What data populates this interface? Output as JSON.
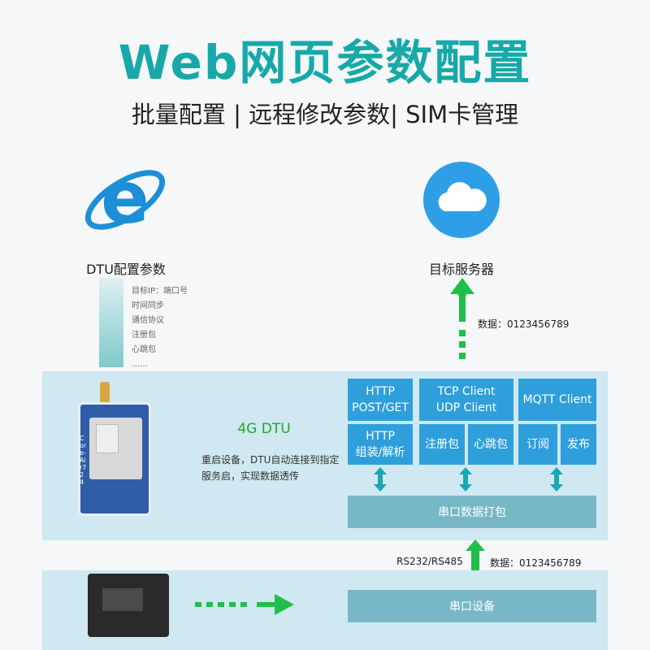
{
  "header": {
    "title": "Web网页参数配置",
    "subtitle": "批量配置 | 远程修改参数| SIM卡管理"
  },
  "browser": {
    "caption": "DTU配置参数"
  },
  "cloud": {
    "caption": "目标服务器"
  },
  "params": {
    "items": [
      "目标IP：端口号",
      "时间同步",
      "通信协议",
      "注册包",
      "心跳包",
      "……"
    ]
  },
  "upload": {
    "label": "数据：0123456789"
  },
  "protocols": {
    "http": {
      "top": "HTTP\nPOST/GET",
      "bottom": "HTTP\n组装/解析"
    },
    "tcp": {
      "top": "TCP Client\nUDP Client",
      "left": "注册包",
      "right": "心跳包"
    },
    "mqtt": {
      "top": "MQTT Client",
      "left": "订阅",
      "right": "发布"
    }
  },
  "dtu": {
    "label": "4G DTU",
    "desc": "重启设备，DTU自动连接到指定服务启，实现数据透传",
    "module_label": "Core-Air724"
  },
  "packet_bar": "串口数据打包",
  "serial": {
    "interface": "RS232/RS485",
    "data": "数据：0123456789",
    "device_bar": "串口设备"
  },
  "colors": {
    "accent": "#17a9a9",
    "box": "#2f9fdc",
    "bar": "#78b8c6",
    "band": "#cfe8f2",
    "arrow_green": "#1fbf4a",
    "arrow_teal": "#1aa7b4"
  }
}
